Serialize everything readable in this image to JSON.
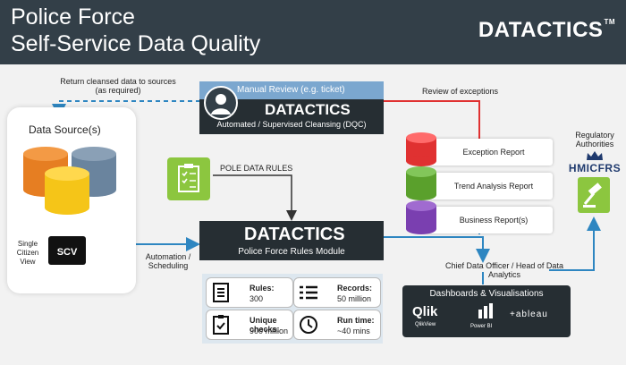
{
  "header": {
    "title_line1": "Police Force",
    "title_line2": "Self-Service Data Quality",
    "logo": "DATACTICS",
    "logo_tm": "TM"
  },
  "return_note": "Return cleansed data to sources (as required)",
  "review_exceptions": "Review of exceptions",
  "dqc": {
    "manual_review": "Manual Review",
    "manual_review_note": "(e.g. ticket)",
    "logo": "DATACTICS",
    "subtitle": "Automated / Supervised Cleansing (DQC)"
  },
  "data_sources": {
    "title": "Data Source(s)",
    "scv_label": "Single Citizen View",
    "scv_short": "SCV"
  },
  "pole_rules": "POLE DATA RULES",
  "rules_module": {
    "logo": "DATACTICS",
    "subtitle": "Police Force Rules Module"
  },
  "automation_label": "Automation / Scheduling",
  "reports": [
    "Exception Report",
    "Trend Analysis Report",
    "Business Report(s)"
  ],
  "regulatory": {
    "title": "Regulatory Authorities",
    "badge": "HMICFRS"
  },
  "cdo_label": "Chief Data Officer / Head of Data Analytics",
  "dashboards": {
    "title": "Dashboards & Visualisations",
    "qlik": "Qlik",
    "qlik_sub": "QlikView",
    "powerbi": "Power BI",
    "tableau": "+ableau"
  },
  "stats": {
    "rules_label": "Rules:",
    "rules_value": "300",
    "records_label": "Records:",
    "records_value": "50 million",
    "checks_label": "Unique checks:",
    "checks_value": "900 million",
    "runtime_label": "Run time:",
    "runtime_value": "~40 mins"
  },
  "colors": {
    "header_bg": "#333f48",
    "dark_box": "#262e33",
    "accent_blue": "#2e86c1",
    "manual_review_blue": "#7ba7cf",
    "cyl_orange": "#e67e22",
    "cyl_yellow": "#f5c518",
    "cyl_steel": "#6a849e",
    "cyl_red": "#e03131",
    "cyl_green": "#5aa02c",
    "cyl_purple": "#7a3fb0",
    "rules_green": "#8cc63f",
    "review_red": "#e03131"
  }
}
